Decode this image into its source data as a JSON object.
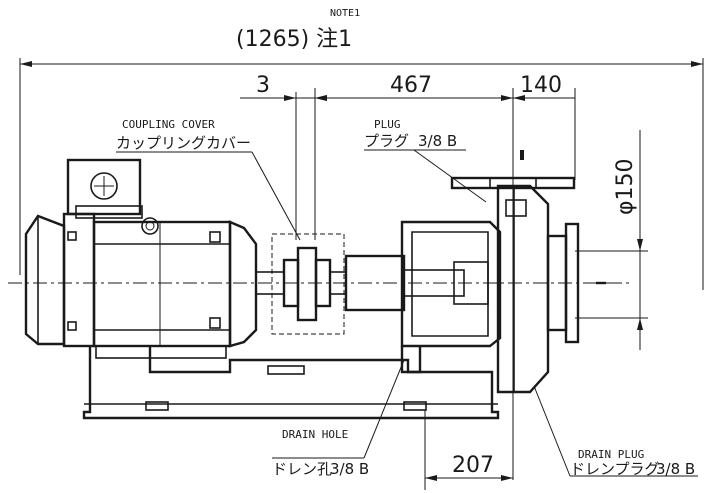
{
  "dimensions": {
    "overall_note": "NOTE1",
    "overall": "(1265) 注1",
    "coupling_gap": "3",
    "shaft_span": "467",
    "pump_offset": "140",
    "flange_dia": "φ150",
    "drain_offset": "207"
  },
  "callouts": {
    "coupling_cover_en": "COUPLING COVER",
    "coupling_cover_jp": "カップリングカバー",
    "plug_en": "PLUG",
    "plug_jp": "プラグ",
    "plug_size": "3/8 B",
    "drain_hole_en": "DRAIN HOLE",
    "drain_hole_jp": "ドレン孔",
    "drain_hole_size": "3/8 B",
    "drain_plug_en": "DRAIN PLUG",
    "drain_plug_jp": "ドレンプラグ",
    "drain_plug_size": "3/8 B"
  }
}
